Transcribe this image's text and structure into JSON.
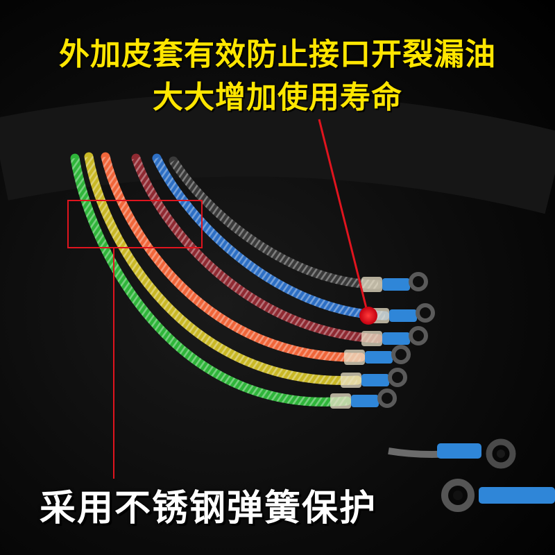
{
  "headline": {
    "line1": "外加皮套有效防止接口开裂漏油",
    "line2": "大大增加使用寿命"
  },
  "caption": "采用不锈钢弹簧保护",
  "colors": {
    "headline_text": "#ffe600",
    "caption_text": "#ffffff",
    "callout_line": "#e0141e",
    "background": "#000000"
  },
  "hoses": [
    {
      "name": "green-hose",
      "color": "#2fb53a"
    },
    {
      "name": "yellow-hose",
      "color": "#c9b826"
    },
    {
      "name": "orange-hose",
      "color": "#f0663a"
    },
    {
      "name": "red-hose",
      "color": "#8f2a32"
    },
    {
      "name": "blue-hose",
      "color": "#2d6fc4"
    },
    {
      "name": "black-hose",
      "color": "#3a3a3a"
    }
  ]
}
